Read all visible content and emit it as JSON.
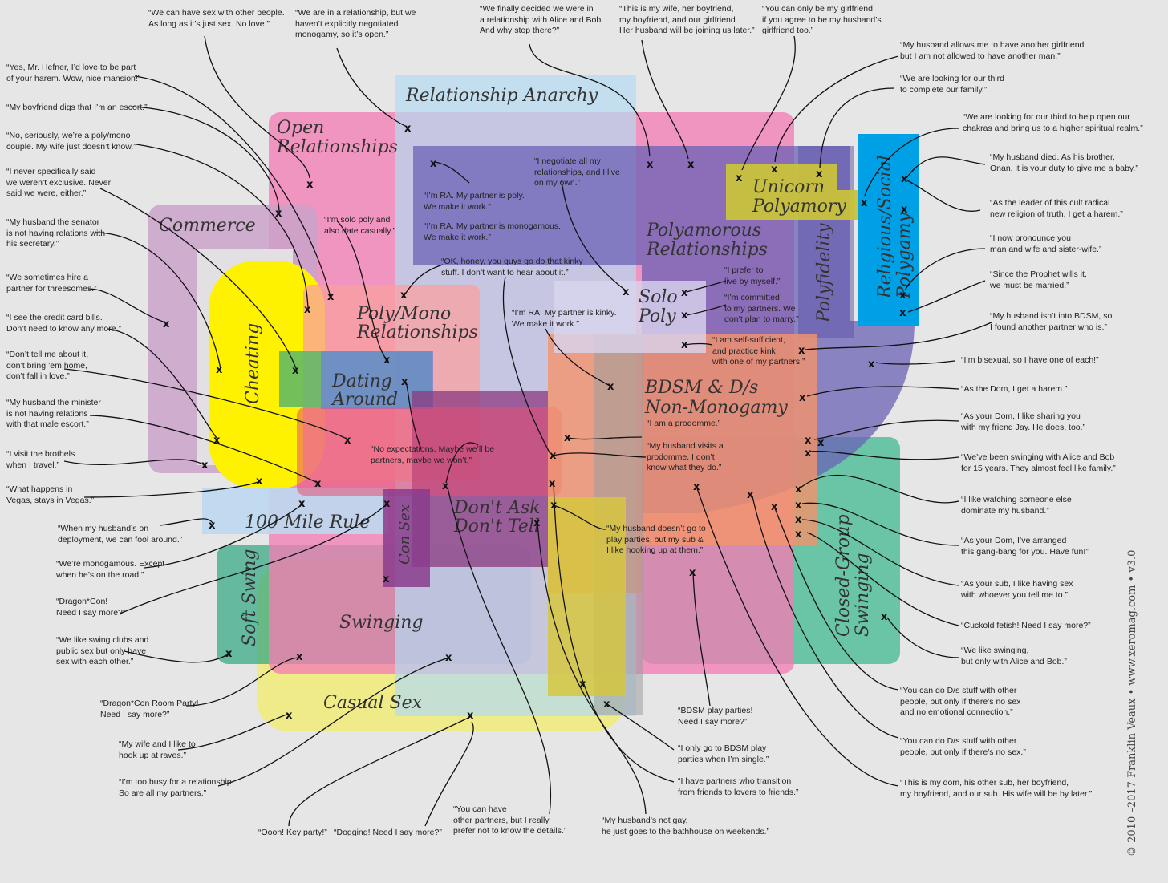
{
  "regions": {
    "relationship_anarchy": "Relationship Anarchy",
    "open_relationships": "Open\nRelationships",
    "commerce": "Commerce",
    "cheating": "Cheating",
    "poly_mono": "Poly/Mono\nRelationships",
    "dating_around": "Dating\nAround",
    "polyamorous": "Polyamorous\nRelationships",
    "unicorn": "Unicorn\nPolyamory",
    "polyfidelity": "Polyfidelity",
    "religious": "Religious/Social\nPolygamy",
    "solo_poly": "Solo\nPoly",
    "bdsm": "BDSM & D/s\nNon-Monogamy",
    "dont_ask": "Don't Ask\nDon't Tell",
    "con_sex": "Con Sex",
    "hundred_mile": "100 Mile Rule",
    "soft_swing": "Soft Swing",
    "swinging": "Swinging",
    "casual_sex": "Casual Sex",
    "closed_group": "Closed-Group\nSwinging"
  },
  "quotes": {
    "q1": "“We can have sex with other people.\nAs long as it’s just sex. No love.”",
    "q2": "“We are in a relationship, but we\nhaven’t explicitly negotiated\nmonogamy, so it’s open.”",
    "q3": "“We finally decided we were in\na relationship with Alice and Bob.\nAnd why stop there?”",
    "q4": "“This is my wife, her boyfriend,\nmy boyfriend, and our girlfriend.\nHer husband will be joining us later.”",
    "q5": "“You can only be my girlfriend\nif you agree to be my husband’s\ngirlfriend too.”",
    "q6": "“My husband allows me to have another girlfriend\nbut I am not allowed to have another man.”",
    "q7": "“We are looking for our third\nto complete our family.”",
    "q8": "“We are looking for our third to help open our\nchakras and bring us to a higher spiritual realm.”",
    "q9": "“My husband died. As his brother,\nOnan, it is your duty to give me a baby.”",
    "q10": "“As the leader of this cult radical\nnew religion of truth, I get a harem.”",
    "q11": "“I now pronounce you\nman and wife and sister-wife.”",
    "q12": "“Since the Prophet wills it,\nwe must be married.”",
    "q13": "“My husband isn’t into BDSM, so\nI found another partner who is.”",
    "q14": "“I’m bisexual, so I have one of each!”",
    "q15": "“As the Dom, I get a harem.”",
    "q16": "“As your Dom, I like sharing you\nwith my friend Jay. He does, too.”",
    "q17": "“We’ve been swinging with Alice and Bob\nfor 15 years. They almost feel like family.”",
    "q18": "“I like watching someone else\ndominate my husband.”",
    "q19": "“As your Dom, I’ve arranged\nthis gang-bang for you. Have fun!”",
    "q20": "“As your sub, I like having sex\nwith whoever you tell me to.”",
    "q21": "“Cuckold fetish! Need I say more?”",
    "q22": "“We like swinging,\nbut only with Alice and Bob.”",
    "q23": "“You can do D/s stuff with other\npeople, but only if there’s no sex\nand no emotional connection.”",
    "q24": "“You can do D/s stuff with other\npeople, but only if there’s no sex.”",
    "q25": "“This is my dom, his other sub, her boyfriend,\nmy boyfriend, and our sub. His wife will be by later.”",
    "q26": "“Yes, Mr. Hefner, I’d love to be part\nof your harem. Wow, nice mansion!”",
    "q27": "“My boyfriend digs that I’m an escort.”",
    "q28": "“No, seriously, we’re a poly/mono\ncouple. My wife just doesn’t know.”",
    "q29": "“I never specifically said\nwe weren’t exclusive. Never\nsaid we were, either.”",
    "q30": "“My husband the senator\nis not having relations with\nhis secretary.”",
    "q31": "“We sometimes hire a\npartner for threesomes.”",
    "q32": "“I see the credit card bills.\nDon’t need to know any more.”",
    "q33": "“Don’t tell me about it,\ndon’t bring ’em home,\ndon’t fall in love.”",
    "q34": "“My husband the minister\nis not having relations\nwith that male escort.”",
    "q35": "“I visit the brothels\nwhen I travel.”",
    "q36": "“What happens in\nVegas, stays in Vegas.”",
    "q37": "“When my husband’s on\ndeployment, we can fool around.”",
    "q38": "“We’re monogamous. Except\nwhen he’s on the road.”",
    "q39": "“Dragon*Con!\nNeed I say more?”",
    "q40": "“We like swing clubs and\npublic sex but only have\nsex with each other.”",
    "q41": "“Dragon*Con Room Party!\nNeed I say more?”",
    "q42": "“My wife and I like to\nhook up at raves.”",
    "q43": "“I’m too busy for a relationship.\nSo are all my partners.”",
    "q44": "“Oooh! Key party!”",
    "q45": "“Dogging! Need I say more?”",
    "q46": "“You can have\nother partners, but I really\nprefer not to know the details.”",
    "q47": "“My husband’s not gay,\nhe just goes to the bathhouse on weekends.”",
    "q48": "“I have partners who transition\nfrom friends to lovers to friends.”",
    "q49": "“I only go to BDSM play\nparties when I’m single.”",
    "q50": "“BDSM play parties!\nNeed I say more?”",
    "q51": "“My husband doesn’t go to\nplay parties, but my sub &\nI like hooking up at them.”",
    "q52": "“No expectations. Maybe we’ll be\npartners, maybe we won’t.”",
    "q53": "“I’m solo poly and\nalso date casually.”",
    "q54": "“I’m RA. My partner is poly.\nWe make it work.”",
    "q55": "“I’m RA. My partner is monogamous.\nWe make it work.”",
    "q56": "“OK, honey, you guys go do that kinky\nstuff. I don’t want to hear about it.”",
    "q57": "“I negotiate all my\nrelationships, and I live\non my own.”",
    "q58": "“I’m RA. My partner is kinky.\nWe make it work.”",
    "q59": "“I prefer to\nlive by myself.”",
    "q60": "“I’m committed\nto my partners. We\ndon’t plan to marry.”",
    "q61": "“I am self-sufficient,\nand practice kink\nwith one of my partners.”",
    "q62": "“I am a prodomme.”",
    "q63": "“My husband visits a\nprodomme. I don’t\nknow what they do.”"
  },
  "credit": "© 2010 –2017 Franklin Veaux • www.xeromag.com • v3.0",
  "colors": {
    "relationship_anarchy": "#a8d8f0",
    "open": "#f07ab0",
    "commerce": "#c9a0c8",
    "cheating": "#fff200",
    "polyamory": "#6a5fb0",
    "religious": "#00a0e6",
    "unicorn": "#c8c840",
    "bdsm": "#f79a6e",
    "swinging": "#3ab48a",
    "casual": "#f2ec7a",
    "dont_ask": "#8b3a7e"
  }
}
